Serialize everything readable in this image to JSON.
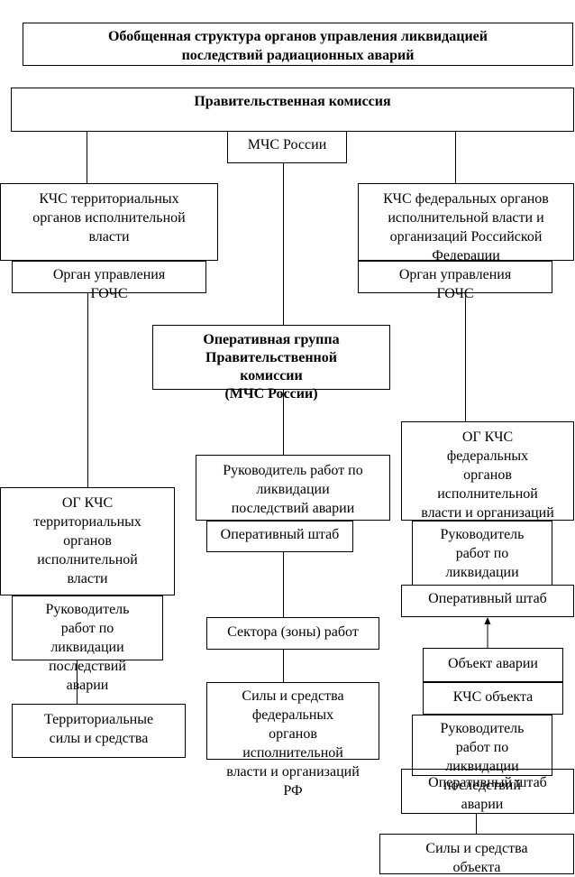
{
  "title": [
    "Обобщенная структура органов управления ликвидацией",
    "последствий радиационных аварий"
  ],
  "commission": [
    "Правительственная комиссия"
  ],
  "mchs": [
    "МЧС России"
  ],
  "kchs_territorial": [
    "КЧС территориальных",
    "органов исполнительной",
    "власти"
  ],
  "organ_left": [
    "Орган управления",
    "ГОЧС"
  ],
  "kchs_federal": [
    "КЧС федеральных органов",
    "исполнительной власти и",
    "организаций Российской",
    "Федерации"
  ],
  "organ_right": [
    "Орган управления",
    "ГОЧС"
  ],
  "op_group": [
    "Оперативная группа",
    "Правительственной",
    "комиссии",
    "(МЧС России)"
  ],
  "og_federal": [
    "ОГ КЧС",
    "федеральных",
    "органов",
    "исполнительной",
    "власти и организаций"
  ],
  "head_center": [
    "Руководитель работ по",
    "ликвидации",
    "последствий аварии"
  ],
  "staff_center": [
    "Оперативный штаб"
  ],
  "og_territorial": [
    "ОГ КЧС",
    "территориальных",
    "органов",
    "исполнительной",
    "власти"
  ],
  "head_right": [
    "Руководитель",
    "работ по",
    "ликвидации"
  ],
  "staff_right": [
    "Оперативный штаб"
  ],
  "head_left": [
    "Руководитель",
    "работ по",
    "ликвидации",
    "последствий",
    "аварии"
  ],
  "sectors": [
    "Сектора (зоны) работ"
  ],
  "object_accident": [
    "Объект аварии"
  ],
  "kchs_object": [
    "КЧС объекта"
  ],
  "forces_center": [
    "Силы и средства",
    "федеральных",
    "органов",
    "исполнительной",
    "власти и организаций",
    "РФ"
  ],
  "forces_territorial": [
    "Территориальные",
    "силы и средства"
  ],
  "head_right2": [
    "Руководитель",
    "работ по",
    "ликвидации",
    "последствий",
    "аварии"
  ],
  "staff_right2": [
    "Оперативный штаб"
  ],
  "forces_object": [
    "Силы и средства",
    "объекта"
  ]
}
